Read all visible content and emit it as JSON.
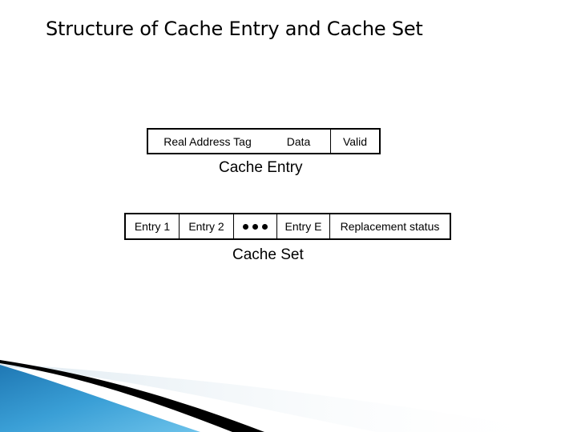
{
  "title": "Structure of Cache Entry and Cache Set",
  "cache_entry": {
    "fields": [
      "Real Address Tag",
      "Data",
      "Valid"
    ],
    "caption": "Cache Entry"
  },
  "cache_set": {
    "cells": [
      "Entry 1",
      "Entry 2",
      "",
      "Entry E",
      "Replacement status"
    ],
    "ellipsis_icon": "three-dots",
    "caption": "Cache Set"
  },
  "colors": {
    "accent_blue": "#3a9fd6",
    "accent_dark": "#000000",
    "accent_light": "#c8dde9"
  }
}
